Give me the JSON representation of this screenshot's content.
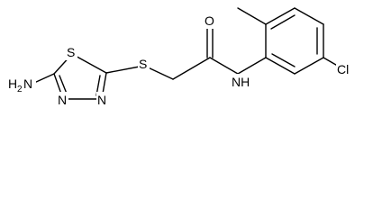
{
  "structure": {
    "atom_labels": {
      "amine_h": "H",
      "amine_subscript": "2",
      "amine_n": "N",
      "thiadiazole_s": "S",
      "thiadiazole_n3": "N",
      "thiadiazole_n4": "N",
      "thioether_s": "S",
      "carbonyl_o": "O",
      "amide_nh": "NH",
      "chloro": "Cl"
    }
  },
  "colors": {
    "bond": "#000000",
    "background": "#ffffff"
  }
}
